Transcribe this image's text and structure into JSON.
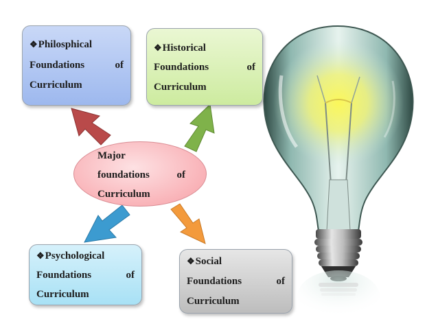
{
  "center": {
    "line1": "Major",
    "line2a": "foundations",
    "line2b": "of",
    "line3": "Curriculum"
  },
  "boxes": {
    "philosophical": {
      "bullet": "❖",
      "line1": "Philosphical",
      "line2a": "Foundations",
      "line2b": "of",
      "line3": "Curriculum"
    },
    "historical": {
      "bullet": "❖",
      "line1": "Historical",
      "line2a": "Foundations",
      "line2b": "of",
      "line3": "Curriculum"
    },
    "psychological": {
      "bullet": "❖",
      "line1": "Psychological",
      "line2a": "Foundations",
      "line2b": "of",
      "line3": "Curriculum"
    },
    "social": {
      "bullet": "❖",
      "line1": "Social",
      "line2a": "Foundations",
      "line2b": "of",
      "line3": "Curriculum"
    }
  },
  "colors": {
    "arrow_philosophical": "#b94a4a",
    "arrow_historical": "#7fb24a",
    "arrow_psychological": "#3c9bd0",
    "arrow_social": "#f39a3c",
    "bulb_glow": "#f6f46a"
  },
  "icons": {
    "bulb": "light-bulb-icon"
  }
}
